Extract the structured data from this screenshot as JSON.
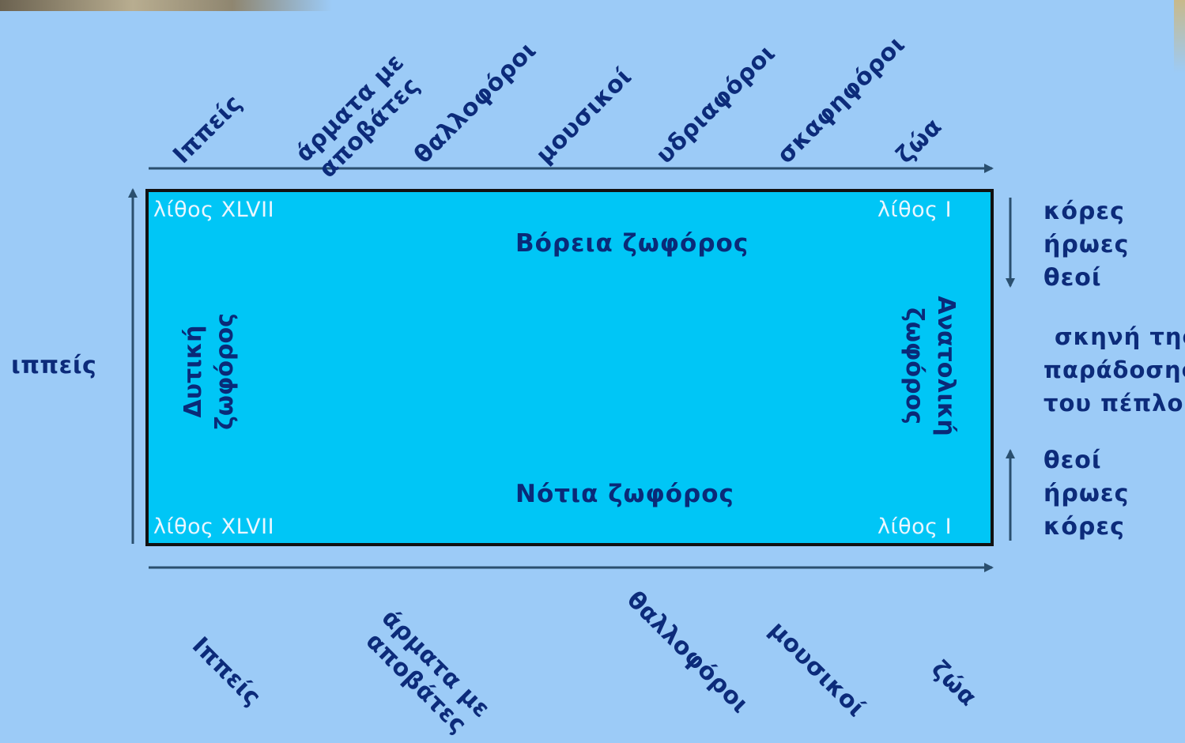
{
  "north": {
    "title": "Βόρεια ζωφόρος",
    "groups": [
      "Ιππείς",
      "άρματα με\nαποβάτες",
      "θαλλοφόροι",
      "μουσικοί",
      "υδριαφόροι",
      "σκαφηφόροι",
      "ζώα"
    ]
  },
  "south": {
    "title": "Νότια ζωφόρος",
    "groups": [
      "Ιππείς",
      "άρματα με\nαποβάτες",
      "θαλλοφόροι",
      "μουσικοί",
      "ζώα"
    ]
  },
  "west": {
    "title_line1": "Δυτική",
    "title_line2": "ζωφόρος",
    "side_label": "ιππείς"
  },
  "east": {
    "title_line1": "Ανατολική",
    "title_line2": "ζωφόρος",
    "upper_list": [
      "κόρες",
      "ήρωες",
      "θεοί"
    ],
    "center_text": [
      "σκηνή της",
      "παράδοσης",
      "του πέπλου"
    ],
    "lower_list": [
      "θεοί",
      "ήρωες",
      "κόρες"
    ]
  },
  "stones": {
    "top_left": "λίθος XLVII",
    "top_right": "λίθος Ι",
    "bottom_left": "λίθος XLVII",
    "bottom_right": "λίθος Ι"
  },
  "colors": {
    "background": "#9ccbf7",
    "frieze_fill": "#00c6f6",
    "text": "#0c2b7a",
    "arrow": "#2a4f6f"
  }
}
